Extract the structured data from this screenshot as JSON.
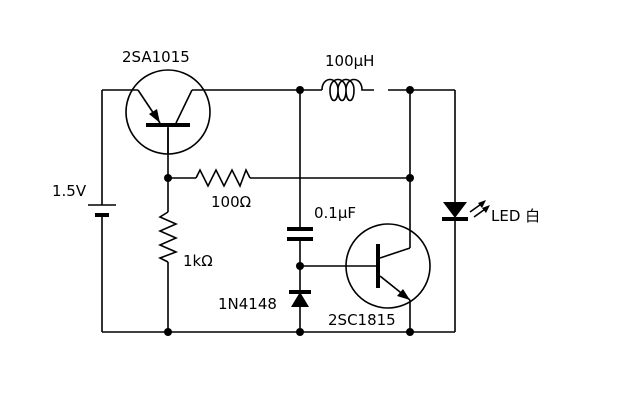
{
  "diagram": {
    "components": {
      "pnp_transistor": "2SA1015",
      "inductor": "100µH",
      "resistor_base": "100Ω",
      "resistor_bias": "1kΩ",
      "capacitor": "0.1µF",
      "battery": "1.5V",
      "led": "LED 白",
      "diode": "1N4148",
      "npn_transistor": "2SC1815"
    }
  }
}
